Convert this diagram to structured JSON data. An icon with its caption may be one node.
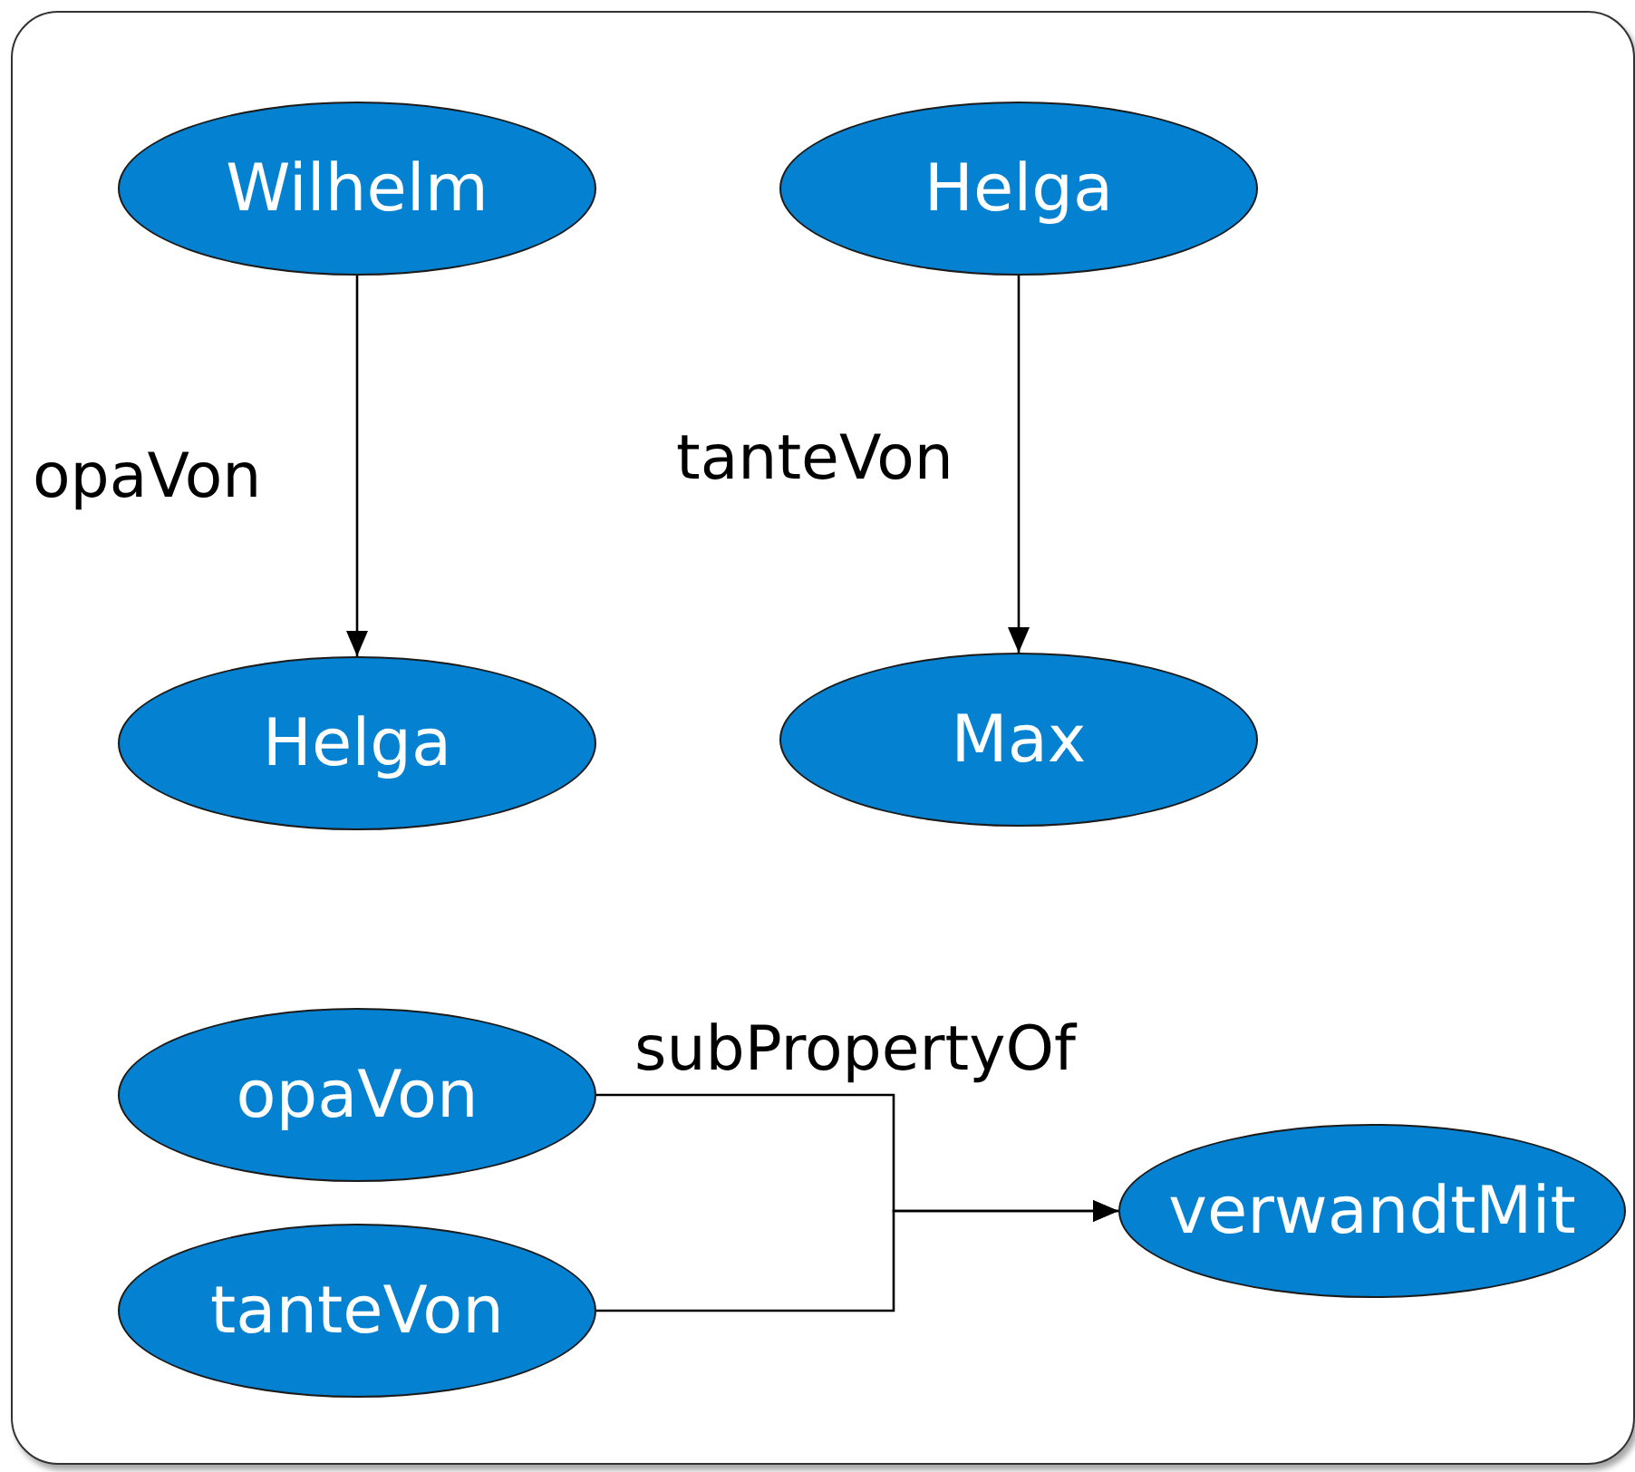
{
  "diagram": {
    "nodes": [
      {
        "text": [
          "Wilhelm"
        ]
      },
      {
        "text": [
          "Helga"
        ]
      },
      {
        "text": [
          "Helga"
        ]
      },
      {
        "text": [
          "Max"
        ]
      },
      {
        "text": [
          "opaVon"
        ]
      },
      {
        "text": [
          "tanteVon"
        ]
      },
      {
        "text": [
          "verwandtMit"
        ]
      }
    ],
    "edges": [
      {
        "from": 0,
        "to": 2,
        "arrow": "to",
        "label": "opaVon"
      },
      {
        "from": 1,
        "to": 3,
        "arrow": "to",
        "label": "tanteVon"
      },
      {
        "from": 4,
        "to": 6,
        "arrow": "to",
        "label": "subPropertyOf"
      },
      {
        "from": 5,
        "to": 6,
        "arrow": "to"
      }
    ]
  }
}
